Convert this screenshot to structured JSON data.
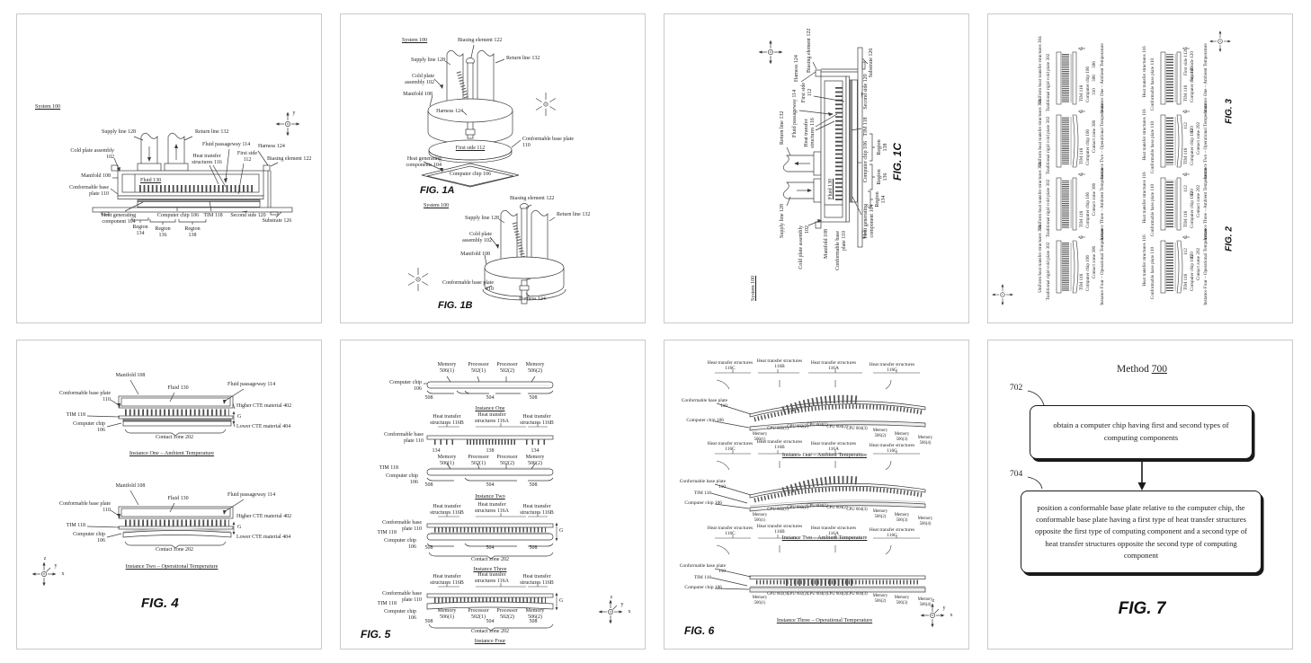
{
  "fig1": {
    "system": "System 100",
    "supply_line": "Supply line 128",
    "return_line": "Return line 132",
    "fluid_passageway": "Fluid passageway 114",
    "harness": "Harness 124",
    "cold_plate": "Cold plate assembly 102",
    "heat_transfer": "Heat transfer structures 116",
    "first_side": "First side 112",
    "biasing": "Biasing element 122",
    "manifold": "Manifold 108",
    "fluid": "Fluid 130",
    "base_plate": "Conformable base plate 110",
    "heat_gen": "Heat generating component 104",
    "chip": "Computer chip 106",
    "tim": "TIM 118",
    "second_side": "Second side 120",
    "substrate": "Substrate 126",
    "region_134": "Region 134",
    "region_136": "Region 136",
    "region_138": "Region 138",
    "axis_y": "y"
  },
  "fig1a": {
    "system": "System 100",
    "biasing": "Biasing element 122",
    "supply_line": "Supply line 128",
    "return_line": "Return line 132",
    "cold_plate": "Cold plate assembly 102",
    "manifold": "Manifold 108",
    "harness": "Harness 124",
    "first_side": "First side 112",
    "base_plate": "Conformable base plate 110",
    "heat_gen": "Heat generating components 104",
    "chip": "Computer chip 106",
    "caption": "FIG. 1A"
  },
  "fig1b": {
    "system": "System 100",
    "biasing": "Biasing element 122",
    "supply_line": "Supply line 128",
    "return_line": "Return line 132",
    "cold_plate": "Cold plate assembly 102",
    "manifold": "Manifold 108",
    "base_plate": "Conformable base plate 110",
    "harness": "Harness 124",
    "caption": "FIG. 1B"
  },
  "fig1c": {
    "system": "System 100",
    "supply_line": "Supply line 128",
    "return_line": "Return line 132",
    "fluid_passageway": "Fluid passageway 114",
    "harness": "Harness 124",
    "cold_plate": "Cold plate assembly 102",
    "heat_transfer": "Heat transfer structures 116",
    "first_side": "First side 112",
    "biasing": "Biasing element 122",
    "manifold": "Manifold 108",
    "fluid": "Fluid 130",
    "base_plate": "Conformable base plate 110",
    "heat_gen": "Heat generating component 104",
    "chip": "Computer chip 106",
    "tim": "TIM 118",
    "second_side": "Second side 120",
    "substrate": "Substrate 126",
    "region_134": "Region 134",
    "region_136": "Region 136",
    "region_138": "Region 138",
    "caption": "FIG. 1C"
  },
  "fig2": {
    "heat_transfer": "Heat transfer structures 116",
    "base_plate": "Conformable base plate 110",
    "tim": "TIM 118",
    "chip": "Computer chip 106",
    "first_side": "First side 112",
    "second_side": "Second side 120",
    "contact": "Contact zone 202",
    "num_112": "112",
    "num_120": "120",
    "g": "G",
    "instances": [
      "Instance One – Ambient Temperature",
      "Instance Two – Operational Temperature",
      "Instance Three – Ambient Temperature",
      "Instance Four – Operational Temperature"
    ],
    "caption": "FIG. 2"
  },
  "fig3": {
    "uniform": "Uniform heat transfer structures 304",
    "rigid": "Traditional rigid cold plate 302",
    "tim": "TIM 118",
    "chip": "Computer chip 106",
    "contact": "Contact zone 306",
    "num_306": "306",
    "num_308": "308",
    "num_310": "310",
    "g": "G",
    "instances": [
      "Instance One – Ambient Temperature",
      "Instance Two – Operational Temperature",
      "Instance Three – Ambient Temperature",
      "Instance Four – Operational Temperature"
    ],
    "caption": "FIG. 3"
  },
  "fig4": {
    "manifold": "Manifold 108",
    "fluid": "Fluid 130",
    "fluid_passageway": "Fluid passageway 114",
    "base_plate": "Conformable base plate 110",
    "tim": "TIM 118",
    "chip": "Computer chip 106",
    "contact": "Contact zone 202",
    "higher": "Higher CTE material 402",
    "lower": "Lower CTE material 404",
    "g": "G",
    "inst1": "Instance One – Ambient Temperature",
    "inst2": "Instance Two – Operational Temperature",
    "caption": "FIG. 4",
    "axis_z": "z",
    "axis_y": "y",
    "axis_x": "x"
  },
  "fig5": {
    "mem1": "Memory 506(1)",
    "proc1": "Processor 502(1)",
    "proc2": "Processor 502(2)",
    "mem2": "Memory 506(2)",
    "chip": "Computer chip 106",
    "tim": "TIM 118",
    "base_plate": "Conformable base plate 110",
    "hts_b": "Heat transfer structures 116B",
    "hts_a": "Heat transfer structures 116A",
    "num_508": "508",
    "num_504": "504",
    "num_134": "134",
    "num_138": "138",
    "contact": "Contact zone 202",
    "g": "G",
    "inst1": "Instance One",
    "inst2": "Instance Two",
    "inst3": "Instance Three",
    "inst4": "Instance Four",
    "caption": "FIG. 5",
    "axis_z": "z",
    "axis_y": "y",
    "axis_x": "x"
  },
  "fig6": {
    "hts_c": "Heat transfer structures 116C",
    "hts_b": "Heat transfer structures 116B",
    "hts_a": "Heat transfer structures 116A",
    "base_plate": "Conformable base plate 110",
    "tim": "TIM 118",
    "chip": "Computer chip 106",
    "mem1": "Memory 506(1)",
    "gpu1": "GPU 602(1)",
    "gpu2": "GPU 602(2)",
    "cpu1": "CPU 604(1)",
    "cpu2": "CPU 604(2)",
    "cpu3": "CPU 604(3)",
    "mem2": "Memory 506(2)",
    "mem3": "Memory 506(3)",
    "mem4": "Memory 506(4)",
    "inst1": "Instance One – Ambient Temperature",
    "inst2": "Instance Two – Ambient Temperature",
    "inst3": "Instance Three – Operational Temperature",
    "caption": "FIG. 6",
    "axis_z": "z",
    "axis_y": "y",
    "axis_x": "x"
  },
  "fig7": {
    "title_word": "Method",
    "title_num": "700",
    "step1_num": "702",
    "step1": "obtain a computer chip having first and second types of computing components",
    "step2_num": "704",
    "step2": "position a conformable base plate relative to the computer chip, the conformable base plate having a first type of heat transfer structures opposite the first type of computing component and a second type of heat transfer structures opposite the second type of computing component",
    "caption": "FIG. 7"
  }
}
